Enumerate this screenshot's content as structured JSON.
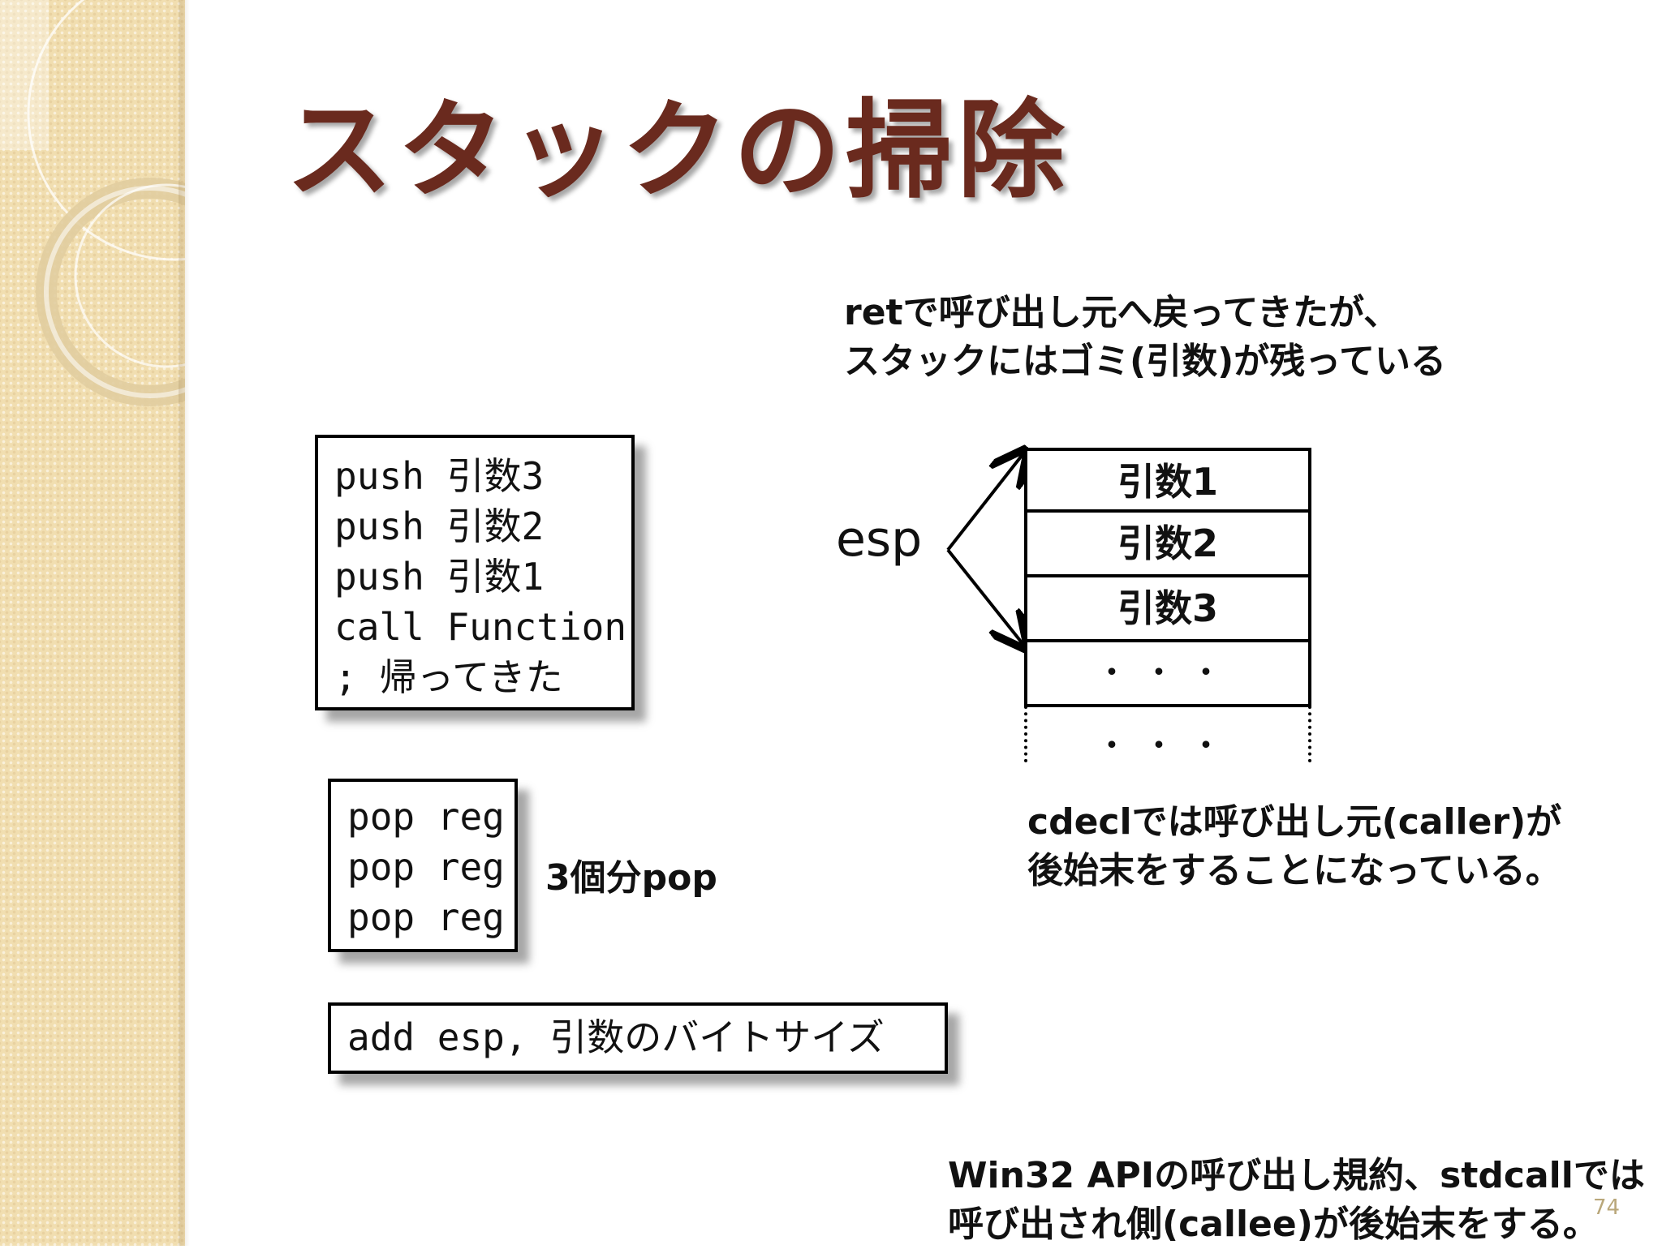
{
  "slide": {
    "title": "スタックの掃除",
    "page_number": "74"
  },
  "top_note": {
    "line1": "retで呼び出し元へ戻ってきたが、",
    "line2": "スタックにはゴミ(引数)が残っている"
  },
  "call_code": {
    "lines": [
      "push 引数3",
      "push 引数2",
      "push 引数1",
      "call Function",
      "; 帰ってきた"
    ]
  },
  "pop_code": {
    "lines": [
      "pop reg",
      "pop reg",
      "pop reg"
    ],
    "side_label": "3個分pop"
  },
  "add_code": {
    "line": "add esp, 引数のバイトサイズ"
  },
  "stack": {
    "pointer_label": "esp",
    "cells": [
      "引数1",
      "引数2",
      "引数3",
      "・・・"
    ],
    "continuation": "・・・"
  },
  "cdecl_note": {
    "line1": "cdeclでは呼び出し元(caller)が",
    "line2": "後始末をすることになっている。"
  },
  "stdcall_note": {
    "line1": "Win32 APIの呼び出し規約、stdcallでは",
    "line2": "呼び出され側(callee)が後始末をする。"
  }
}
